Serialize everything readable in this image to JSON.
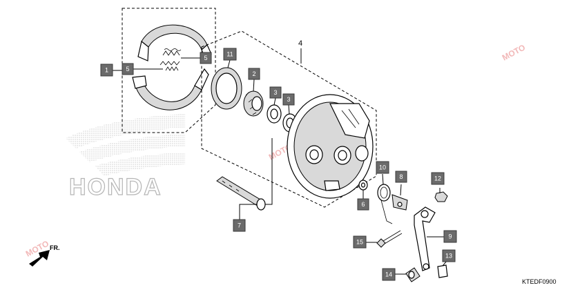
{
  "diagram_code": "KTEDF0900",
  "brand_mark": "HONDA",
  "direction_label": "FR.",
  "watermark_text": "MOTO",
  "callouts": [
    {
      "id": "c1",
      "label": "1"
    },
    {
      "id": "c5a",
      "label": "5"
    },
    {
      "id": "c5b",
      "label": "5"
    },
    {
      "id": "c11",
      "label": "11"
    },
    {
      "id": "c2",
      "label": "2"
    },
    {
      "id": "c3a",
      "label": "3"
    },
    {
      "id": "c3b",
      "label": "3"
    },
    {
      "id": "c4",
      "label": "4"
    },
    {
      "id": "c10",
      "label": "10"
    },
    {
      "id": "c8",
      "label": "8"
    },
    {
      "id": "c12",
      "label": "12"
    },
    {
      "id": "c6",
      "label": "6"
    },
    {
      "id": "c7",
      "label": "7"
    },
    {
      "id": "c9",
      "label": "9"
    },
    {
      "id": "c15",
      "label": "15"
    },
    {
      "id": "c13",
      "label": "13"
    },
    {
      "id": "c14",
      "label": "14"
    }
  ],
  "colors": {
    "callout_fill": "#6b6b6b",
    "watermark": "#f2b8b8",
    "logo_dots": "#b5b5b5"
  }
}
